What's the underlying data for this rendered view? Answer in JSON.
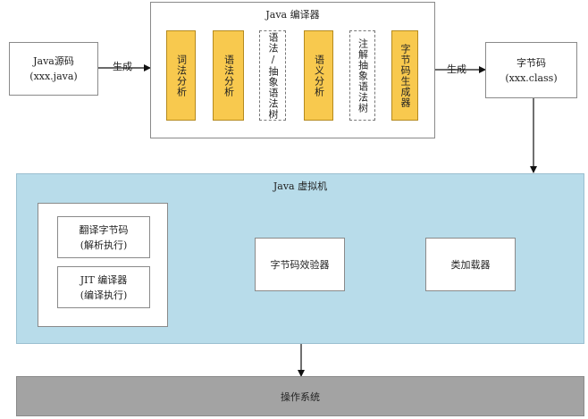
{
  "source": {
    "line1": "Java源码",
    "line2": "(xxx.java)"
  },
  "compiler": {
    "title": "Java 编译器",
    "stages": [
      "词法分析",
      "语法分析",
      "语法/抽象语法树",
      "语义分析",
      "注解抽象语法树",
      "字节码生成器"
    ]
  },
  "generate_label_left": "生成",
  "generate_label_right": "生成",
  "bytecode": {
    "line1": "字节码",
    "line2": "(xxx.class)"
  },
  "jvm": {
    "title": "Java 虚拟机",
    "interpret": {
      "line1": "翻译字节码",
      "line2": "(解析执行)"
    },
    "jit": {
      "line1": "JIT 编译器",
      "line2": "(编译执行)"
    },
    "verifier": "字节码效验器",
    "loader": "类加载器"
  },
  "os": "操作系统"
}
